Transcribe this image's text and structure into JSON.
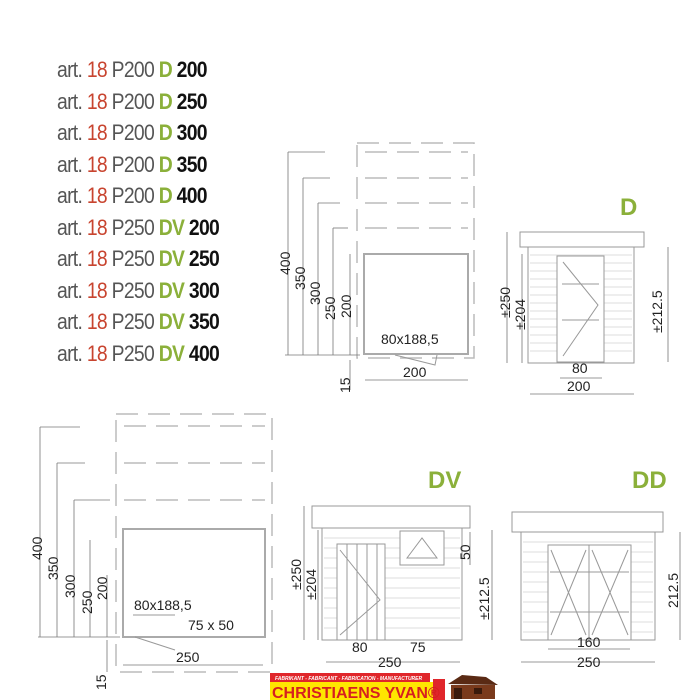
{
  "article_list": [
    {
      "prefix": "art.",
      "num": "18",
      "model": "P200",
      "type": "D",
      "size": "200"
    },
    {
      "prefix": "art.",
      "num": "18",
      "model": "P200",
      "type": "D",
      "size": "250"
    },
    {
      "prefix": "art.",
      "num": "18",
      "model": "P200",
      "type": "D",
      "size": "300"
    },
    {
      "prefix": "art.",
      "num": "18",
      "model": "P200",
      "type": "D",
      "size": "350"
    },
    {
      "prefix": "art.",
      "num": "18",
      "model": "P200",
      "type": "D",
      "size": "400"
    },
    {
      "prefix": "art.",
      "num": "18",
      "model": "P250",
      "type": "DV",
      "size": "200"
    },
    {
      "prefix": "art.",
      "num": "18",
      "model": "P250",
      "type": "DV",
      "size": "250"
    },
    {
      "prefix": "art.",
      "num": "18",
      "model": "P250",
      "type": "DV",
      "size": "300"
    },
    {
      "prefix": "art.",
      "num": "18",
      "model": "P250",
      "type": "DV",
      "size": "350"
    },
    {
      "prefix": "art.",
      "num": "18",
      "model": "P250",
      "type": "DV",
      "size": "400"
    }
  ],
  "plan_d": {
    "depths": [
      "400",
      "350",
      "300",
      "250",
      "200"
    ],
    "floor": "15",
    "width": "200",
    "door": "80x188,5"
  },
  "front_d": {
    "label": "D",
    "height_total": "±250",
    "height_wall": "±204",
    "height_right": "±212.5",
    "door_width": "80",
    "width": "200"
  },
  "plan_dv": {
    "depths": [
      "400",
      "350",
      "300",
      "250",
      "200"
    ],
    "floor": "15",
    "width": "250",
    "door": "80x188,5",
    "window": "75 x 50"
  },
  "front_dv": {
    "label": "DV",
    "height_total": "±250",
    "height_wall": "±204",
    "window_height": "50",
    "height_right": "±212.5",
    "door_width": "80",
    "window_width": "75",
    "width": "250"
  },
  "front_dd": {
    "label": "DD",
    "height_right": "212.5",
    "door_width": "160",
    "width": "250"
  },
  "logo": {
    "tagline": "FABRIKANT - FABRICANT - FABRICATION - MANUFACTURER",
    "brand": "CHRISTIAENS YVAN®"
  },
  "colors": {
    "red": "#c8442f",
    "green": "#8bb03a",
    "logo_red": "#e0262b",
    "logo_yellow": "#ffe600"
  }
}
